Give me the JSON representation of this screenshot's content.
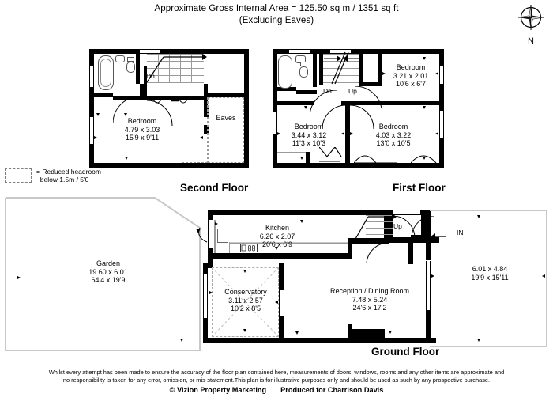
{
  "header": {
    "line1": "Approximate Gross Internal Area = 125.50 sq m / 1351 sq ft",
    "line2": "(Excluding Eaves)"
  },
  "compass": {
    "label": "N",
    "icon": "compass-rose-icon"
  },
  "legend": {
    "line1": "= Reduced headroom",
    "line2": "below 1.5m / 5'0"
  },
  "floors": {
    "second": {
      "name": "Second Floor",
      "rooms": [
        {
          "name": "Bedroom",
          "metric": "4.79 x 3.03",
          "imperial": "15'9 x 9'11"
        },
        {
          "name": "Eaves",
          "metric": "",
          "imperial": ""
        }
      ],
      "stairs": [
        {
          "label": "Dn"
        }
      ]
    },
    "first": {
      "name": "First Floor",
      "rooms": [
        {
          "name": "Bedroom",
          "metric": "3.21 x 2.01",
          "imperial": "10'6 x 6'7"
        },
        {
          "name": "Bedroom",
          "metric": "3.44 x 3.12",
          "imperial": "11'3 x 10'3"
        },
        {
          "name": "Bedroom",
          "metric": "4.03 x 3.22",
          "imperial": "13'0 x 10'5"
        }
      ],
      "stairs": [
        {
          "label": "Dn"
        },
        {
          "label": "Up"
        }
      ]
    },
    "ground": {
      "name": "Ground Floor",
      "rooms": [
        {
          "name": "Kitchen",
          "metric": "6.26 x 2.07",
          "imperial": "20'6 x 6'9"
        },
        {
          "name": "Conservatory",
          "metric": "3.11 x 2.57",
          "imperial": "10'2 x 8'5"
        },
        {
          "name": "Reception / Dining Room",
          "metric": "7.48 x 5.24",
          "imperial": "24'6 x 17'2"
        },
        {
          "name": "Garden",
          "metric": "19.60 x 6.01",
          "imperial": "64'4 x 19'9"
        },
        {
          "name": "",
          "metric": "6.01 x 4.84",
          "imperial": "19'9 x 15'11"
        }
      ],
      "stairs": [
        {
          "label": "Up"
        }
      ],
      "entrance": "IN"
    }
  },
  "footer": {
    "disclaimer_line1": "Whilst every attempt has been made to ensure the accuracy of the floor plan contained here, measurements of doors, windows, rooms and any other items are approximate and",
    "disclaimer_line2": "no responsibility is taken for any error, omission, or mis-statement.This plan is for illustrative purposes only and should be used as such by any prospective purchase.",
    "copyright": "© Vizion Property Marketing",
    "produced_for": "Produced for Charrison Davis"
  },
  "colors": {
    "wall": "#000000",
    "grey_line": "#9a9a9a",
    "light_line": "#c8c8c8",
    "background": "#ffffff"
  }
}
